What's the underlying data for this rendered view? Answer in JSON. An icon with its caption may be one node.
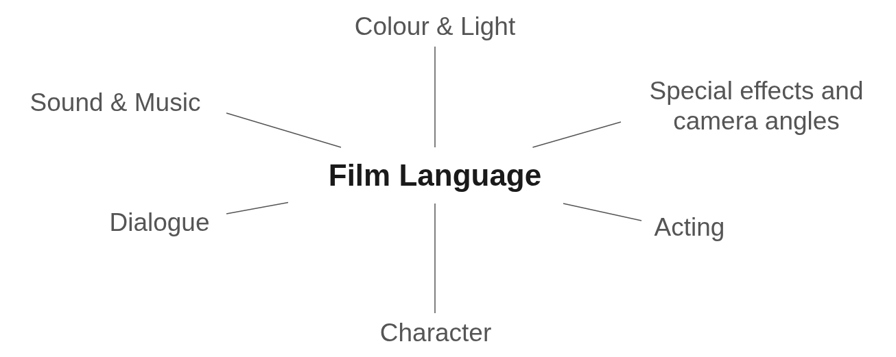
{
  "diagram": {
    "nodes": [
      {
        "text": [
          "Colour & Light"
        ]
      },
      {
        "text": [
          "Sound & Music"
        ]
      },
      {
        "text": [
          "Special effects and camera angles"
        ]
      },
      {
        "text": [
          "Film Language"
        ]
      },
      {
        "text": [
          "Dialogue"
        ]
      },
      {
        "text": [
          "Acting"
        ]
      },
      {
        "text": [
          "Character"
        ]
      }
    ],
    "edges": [
      {
        "from": 3,
        "to": 0,
        "arrow": "none"
      },
      {
        "from": 3,
        "to": 1,
        "arrow": "none"
      },
      {
        "from": 3,
        "to": 2,
        "arrow": "none"
      },
      {
        "from": 3,
        "to": 4,
        "arrow": "none"
      },
      {
        "from": 3,
        "to": 5,
        "arrow": "none"
      },
      {
        "from": 3,
        "to": 6,
        "arrow": "none"
      }
    ]
  }
}
